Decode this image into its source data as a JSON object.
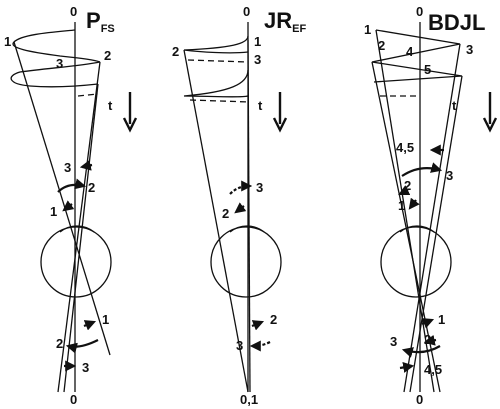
{
  "panels": [
    {
      "title_main": "P",
      "title_sub": "FS",
      "top_axis": "0",
      "bottom_axis": "0",
      "time": "t",
      "trace_labels": [
        "1",
        "3",
        "2"
      ],
      "upper_arrows": [
        "3",
        "2",
        "1"
      ],
      "lower_arrows": [
        "1",
        "2",
        "3"
      ]
    },
    {
      "title_main": "JR",
      "title_sub": "EF",
      "top_axis": "0",
      "bottom_axis": "0,1",
      "time": "t",
      "trace_labels": [
        "2",
        "1",
        "3"
      ],
      "upper_arrows": [
        "3",
        "2"
      ],
      "lower_arrows": [
        "2",
        "3"
      ]
    },
    {
      "title_main": "BDJL",
      "title_sub": "",
      "top_axis": "0",
      "bottom_axis": "0",
      "time": "t",
      "trace_labels": [
        "1",
        "2",
        "4",
        "3",
        "5"
      ],
      "upper_arrows": [
        "4,5",
        "3",
        "2",
        "1"
      ],
      "lower_arrows": [
        "1",
        "2",
        "3",
        "4,5"
      ]
    }
  ],
  "colors": {
    "ink": "#111111",
    "background": "#ffffff"
  }
}
